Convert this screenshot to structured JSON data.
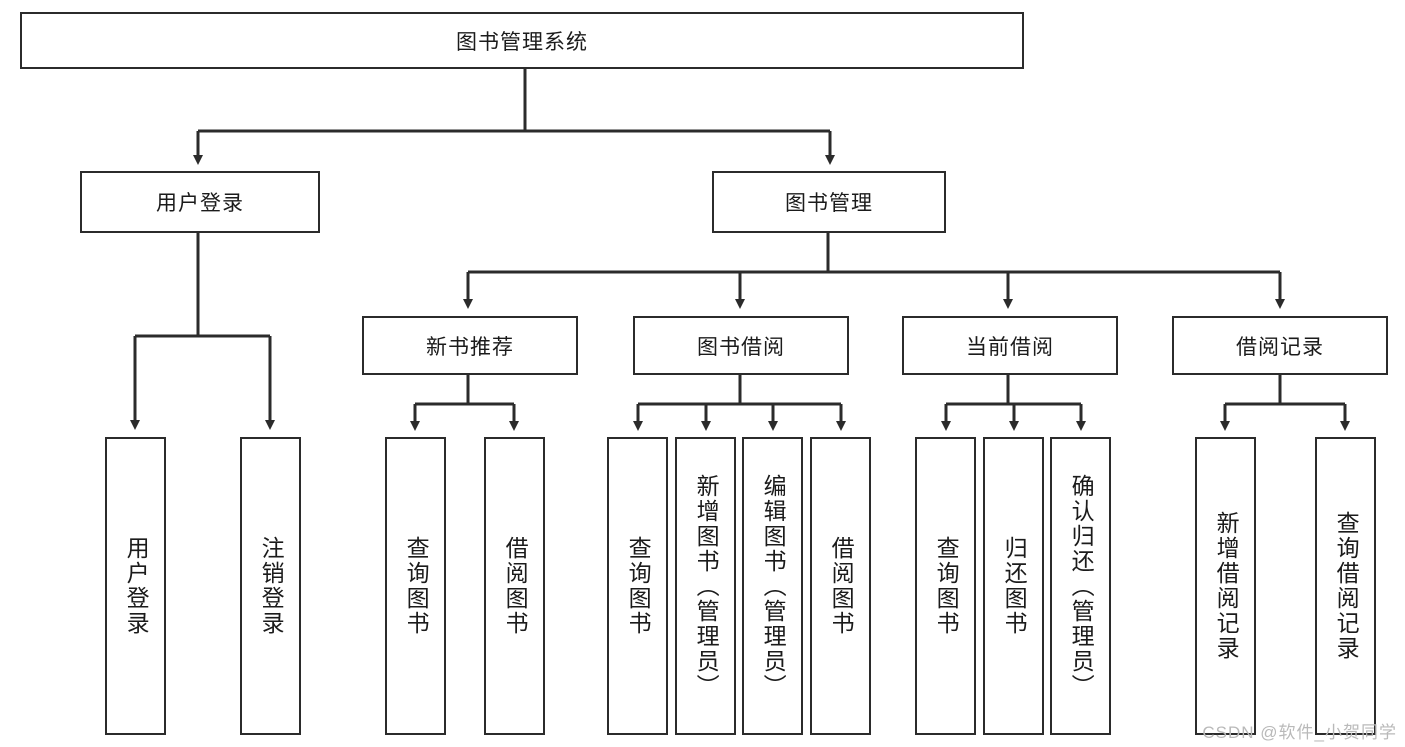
{
  "diagram": {
    "type": "tree-hierarchy",
    "title": "图书管理系统",
    "root": {
      "label": "图书管理系统"
    },
    "level1": [
      {
        "label": "用户登录"
      },
      {
        "label": "图书管理"
      }
    ],
    "level2": [
      {
        "label": "新书推荐",
        "parent": "图书管理"
      },
      {
        "label": "图书借阅",
        "parent": "图书管理"
      },
      {
        "label": "当前借阅",
        "parent": "图书管理"
      },
      {
        "label": "借阅记录",
        "parent": "图书管理"
      }
    ],
    "leaves": {
      "用户登录": [
        {
          "label": "用户登录"
        },
        {
          "label": "注销登录"
        }
      ],
      "新书推荐": [
        {
          "label": "查询图书"
        },
        {
          "label": "借阅图书"
        }
      ],
      "图书借阅": [
        {
          "label": "查询图书"
        },
        {
          "label": "新增图书（管理员）"
        },
        {
          "label": "编辑图书（管理员）"
        },
        {
          "label": "借阅图书"
        }
      ],
      "当前借阅": [
        {
          "label": "查询图书"
        },
        {
          "label": "归还图书"
        },
        {
          "label": "确认归还（管理员）"
        }
      ],
      "借阅记录": [
        {
          "label": "新增借阅记录"
        },
        {
          "label": "查询借阅记录"
        }
      ]
    }
  },
  "watermark": {
    "text": "CSDN @软件_小贺同学"
  },
  "colors": {
    "box_border": "#2b2b2b",
    "box_fill": "#ffffff",
    "line": "#2b2b2b",
    "text": "#1b1b1b",
    "watermark": "#b9b9b9"
  }
}
